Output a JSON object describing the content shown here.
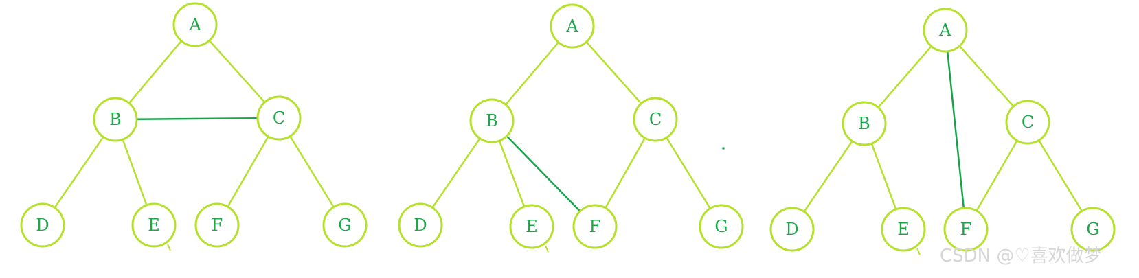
{
  "colors": {
    "node_stroke": "#b5e02c",
    "tree_edge": "#b5e02c",
    "highlight_edge": "#18a34a",
    "label": "#1ea84a",
    "watermark": "#d6d6d6"
  },
  "trees": [
    {
      "nodes": [
        {
          "id": "A",
          "label": "A"
        },
        {
          "id": "B",
          "label": "B"
        },
        {
          "id": "C",
          "label": "C"
        },
        {
          "id": "D",
          "label": "D"
        },
        {
          "id": "E",
          "label": "E"
        },
        {
          "id": "F",
          "label": "F"
        },
        {
          "id": "G",
          "label": "G"
        }
      ],
      "edges": [
        [
          "A",
          "B"
        ],
        [
          "A",
          "C"
        ],
        [
          "B",
          "D"
        ],
        [
          "B",
          "E"
        ],
        [
          "C",
          "F"
        ],
        [
          "C",
          "G"
        ]
      ],
      "highlight_edge": [
        "B",
        "C"
      ]
    },
    {
      "nodes": [
        {
          "id": "A",
          "label": "A"
        },
        {
          "id": "B",
          "label": "B"
        },
        {
          "id": "C",
          "label": "C"
        },
        {
          "id": "D",
          "label": "D"
        },
        {
          "id": "E",
          "label": "E"
        },
        {
          "id": "F",
          "label": "F"
        },
        {
          "id": "G",
          "label": "G"
        }
      ],
      "edges": [
        [
          "A",
          "B"
        ],
        [
          "A",
          "C"
        ],
        [
          "B",
          "D"
        ],
        [
          "B",
          "E"
        ],
        [
          "C",
          "F"
        ],
        [
          "C",
          "G"
        ]
      ],
      "highlight_edge": [
        "B",
        "F"
      ]
    },
    {
      "nodes": [
        {
          "id": "A",
          "label": "A"
        },
        {
          "id": "B",
          "label": "B"
        },
        {
          "id": "C",
          "label": "C"
        },
        {
          "id": "D",
          "label": "D"
        },
        {
          "id": "E",
          "label": "E"
        },
        {
          "id": "F",
          "label": "F"
        },
        {
          "id": "G",
          "label": "G"
        }
      ],
      "edges": [
        [
          "A",
          "B"
        ],
        [
          "A",
          "C"
        ],
        [
          "B",
          "D"
        ],
        [
          "B",
          "E"
        ],
        [
          "C",
          "F"
        ],
        [
          "C",
          "G"
        ]
      ],
      "highlight_edge": [
        "A",
        "F"
      ]
    }
  ],
  "watermark": "CSDN @♡喜欢做梦"
}
